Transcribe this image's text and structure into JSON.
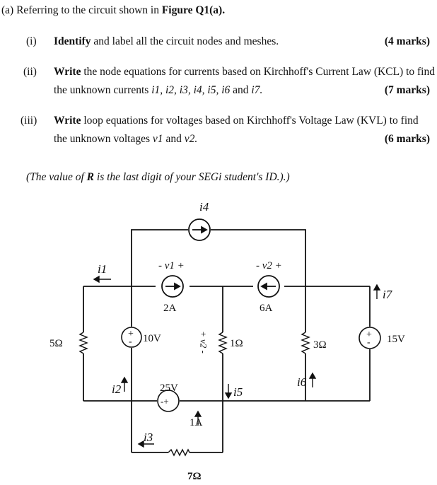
{
  "header": {
    "part": "(a) Referring to the circuit shown in",
    "figure": "Figure Q1(a)."
  },
  "questions": [
    {
      "num": "(i)",
      "verb": "Identify",
      "text": "and label all the circuit nodes and meshes.",
      "marks": "(4 marks)"
    },
    {
      "num": "(ii)",
      "verb": "Write",
      "text": "the node equations for currents based on Kirchhoff's Current Law (KCL) to find",
      "line2_pre": "the unknown currents",
      "line2_vars": "i1, i2, i3, i4, i5, i6",
      "line2_and": "and",
      "line2_last": "i7.",
      "marks": "(7 marks)"
    },
    {
      "num": "(iii)",
      "verb": "Write",
      "text": "loop equations for voltages based on Kirchhoff's Voltage Law (KVL) to find",
      "line2_pre": "the unknown voltages",
      "line2_vars": "v1",
      "line2_and": "and",
      "line2_last": "v2.",
      "marks": "(6 marks)"
    }
  ],
  "note": {
    "pre": "(The value of",
    "var": "R",
    "post": "is the last digit of your SEGi student's ID.).)"
  },
  "circuit": {
    "labels": {
      "i4": "i4",
      "i1": "i1",
      "i2": "i2",
      "i3": "i3",
      "i5": "i5",
      "i6": "i6",
      "i7": "i7",
      "v1_top": "- v1 +",
      "v2_top": "- v2 +",
      "v2_side": "+ v2 -",
      "src_2a": "2A",
      "src_6a": "6A",
      "src_1a": "1A",
      "src_10v": "10V",
      "src_25v": "25V",
      "src_15v": "15V",
      "r_5": "5Ω",
      "r_1": "1Ω",
      "r_3": "3Ω",
      "r_7": "7Ω"
    }
  }
}
